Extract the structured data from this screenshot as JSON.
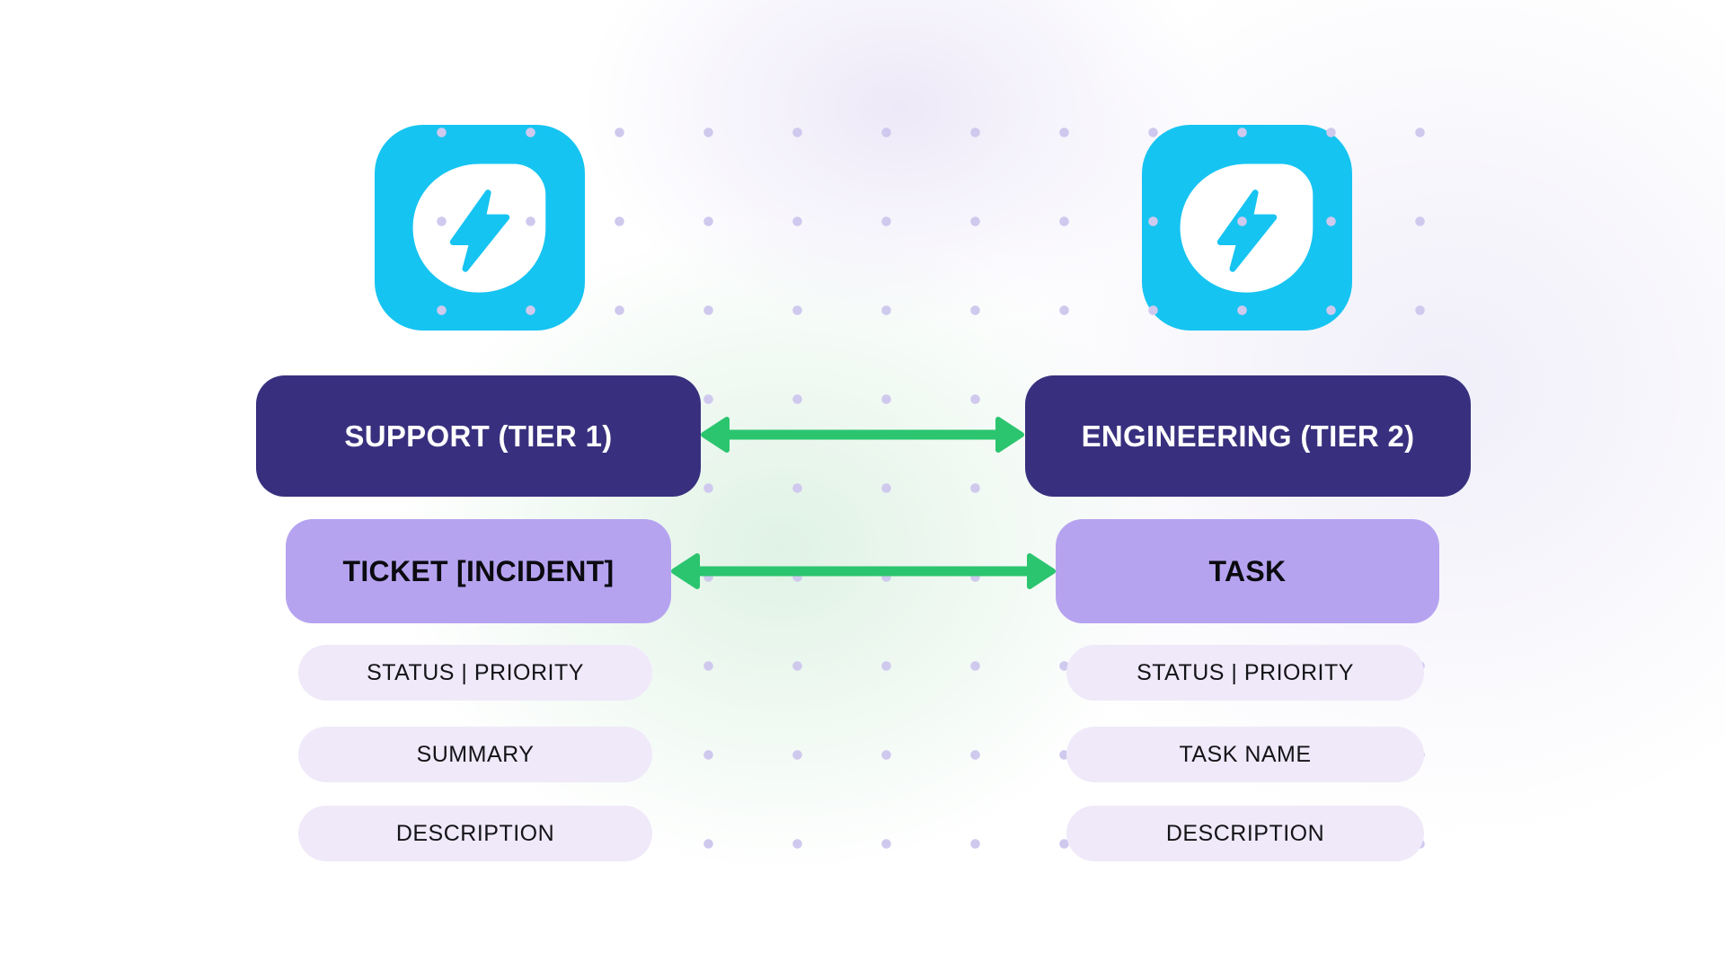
{
  "diagram": {
    "title_hint": "two-team ticket sync diagram",
    "left": {
      "icon": "lightning-bolt-app-icon",
      "team_label": "SUPPORT (TIER 1)",
      "item_label": "TICKET [INCIDENT]",
      "fields": [
        "STATUS | PRIORITY",
        "SUMMARY",
        "DESCRIPTION"
      ]
    },
    "right": {
      "icon": "lightning-bolt-app-icon",
      "team_label": "ENGINEERING (TIER 2)",
      "item_label": "TASK",
      "fields": [
        "STATUS | PRIORITY",
        "TASK NAME",
        "DESCRIPTION"
      ]
    },
    "connections": [
      {
        "from": "SUPPORT (TIER 1)",
        "to": "ENGINEERING (TIER 2)",
        "type": "bidirectional"
      },
      {
        "from": "TICKET [INCIDENT]",
        "to": "TASK",
        "type": "bidirectional"
      }
    ],
    "colors": {
      "icon_cyan": "#16c4f1",
      "team_indigo": "#38307e",
      "item_purple": "#b6a3f0",
      "field_lavender": "#efe9f9",
      "arrow_green": "#2bc56f",
      "dot_grid": "#cfc9ee"
    }
  }
}
